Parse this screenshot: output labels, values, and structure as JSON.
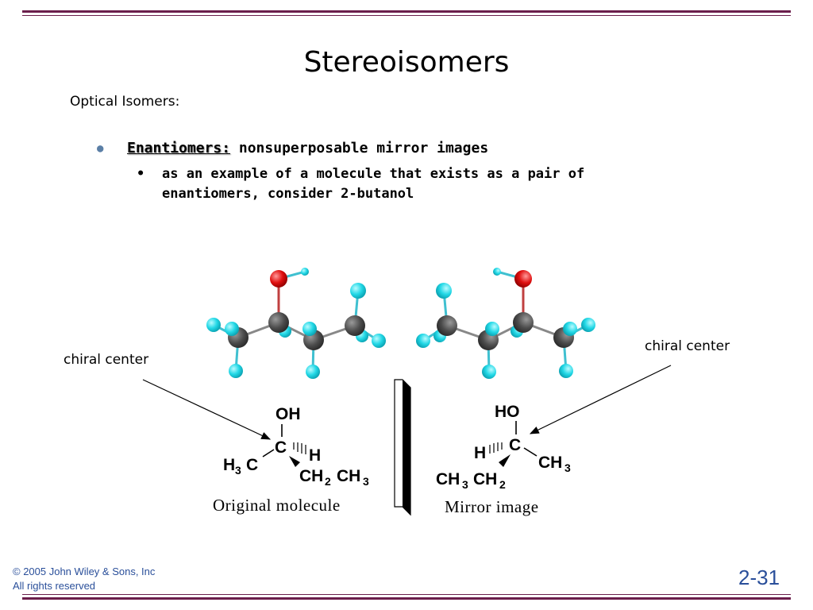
{
  "slide": {
    "title": "Stereoisomers",
    "subtitle": "Optical Isomers:",
    "bullet_term": "Enantiomers:",
    "bullet_text": " nonsuperposable mirror images",
    "sub_bullet": "as an example of a molecule that exists as a pair of enantiomers, consider 2-butanol",
    "label_left": "chiral center",
    "label_right": "chiral center",
    "caption_left": "Original molecule",
    "caption_right": "Mirror image",
    "footer_line1": "© 2005 John Wiley & Sons, Inc",
    "footer_line2": "All rights reserved",
    "page_number": "2-31"
  },
  "structures": {
    "left": {
      "oh": "OH",
      "c": "C",
      "h": "H",
      "h3c_h": "H",
      "h3c_3": "3",
      "h3c_c": "C",
      "ch2": "CH",
      "ch2_sub": "2",
      "ch3": "CH",
      "ch3_sub": "3"
    },
    "right": {
      "ho": "HO",
      "c": "C",
      "h": "H",
      "ch3": "CH",
      "ch3_sub": "3",
      "ch3b": "CH",
      "ch3b_sub": "3",
      "ch2": "CH",
      "ch2_sub": "2"
    }
  },
  "colors": {
    "rule": "#6b1f4c",
    "oxygen": "#e01010",
    "hydrogen": "#22d8e6",
    "carbon": "#555555",
    "footer": "#2a4f9a"
  }
}
